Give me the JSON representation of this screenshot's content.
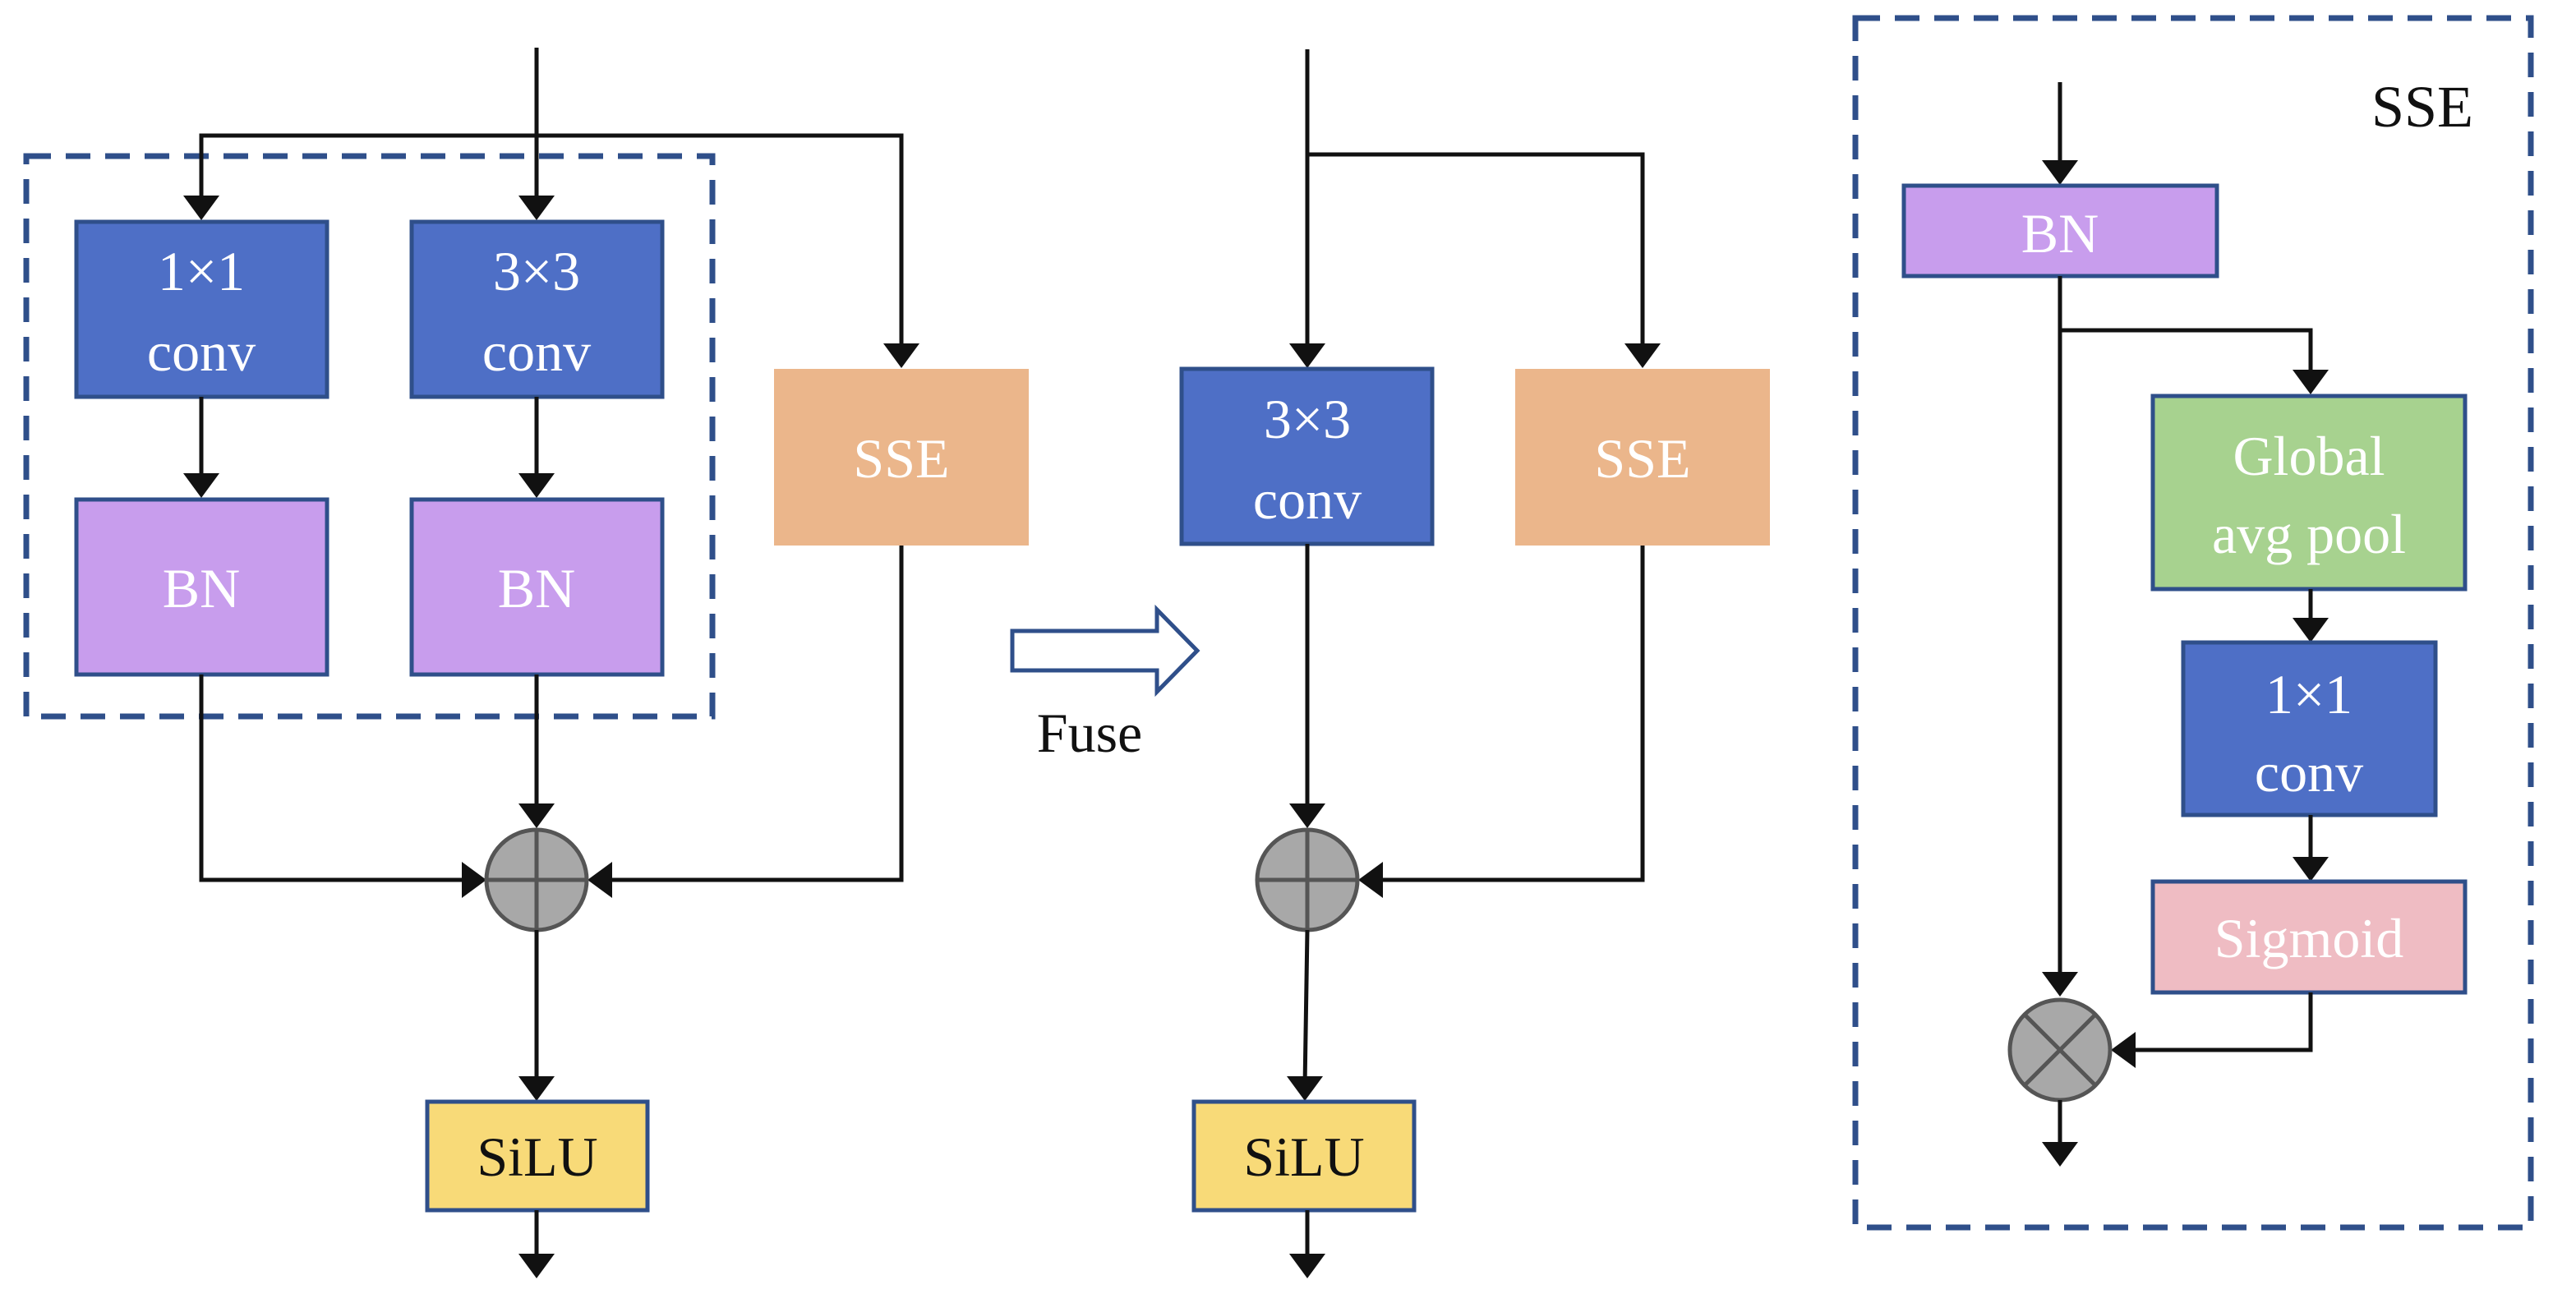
{
  "left_block": {
    "branch1_conv": [
      "1×1",
      "conv"
    ],
    "branch2_conv": [
      "3×3",
      "conv"
    ],
    "branch1_bn": "BN",
    "branch2_bn": "BN",
    "sse": "SSE",
    "silu": "SiLU"
  },
  "fuse": {
    "label": "Fuse"
  },
  "middle_block": {
    "conv": [
      "3×3",
      "conv"
    ],
    "sse": "SSE",
    "silu": "SiLU"
  },
  "sse_detail": {
    "title": "SSE",
    "bn": "BN",
    "pool": [
      "Global",
      "avg pool"
    ],
    "conv": [
      "1×1",
      "conv"
    ],
    "sigmoid": "Sigmoid"
  },
  "colors": {
    "conv": "#4e6fc6",
    "bn": "#c89ded",
    "sse": "#ebb68b",
    "silu": "#f8da78",
    "pool": "#a7d28f",
    "sigmoid": "#efbcc3",
    "border": "#2f4f8a",
    "op": "#a8a8a8"
  }
}
